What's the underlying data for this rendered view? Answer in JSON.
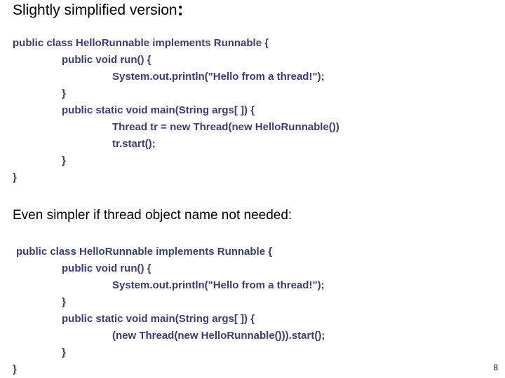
{
  "slide": {
    "title_text": "Slightly simplified version",
    "title_colon": ":",
    "page_number": "8",
    "colors": {
      "background": "#ffffff",
      "title_text": "#000000",
      "body_text": "#000000",
      "code_text": "#3b3b7a"
    }
  },
  "section_note": {
    "text": "Even simpler if thread object name not needed:"
  },
  "code_block_1": {
    "lines": [
      {
        "text": "public class HelloRunnable implements Runnable {",
        "indent": 0
      },
      {
        "text": "public void run() {",
        "indent": 1
      },
      {
        "text": "System.out.println(\"Hello from a thread!\");",
        "indent": 2
      },
      {
        "text": "}",
        "indent": 1
      },
      {
        "text": "public static void main(String args[ ]) {",
        "indent": 1
      },
      {
        "text": "Thread tr = new Thread(new HelloRunnable())",
        "indent": 2
      },
      {
        "text": "tr.start();",
        "indent": 2
      },
      {
        "text": "}",
        "indent": 1
      },
      {
        "text": "}",
        "indent": 0
      }
    ]
  },
  "code_block_2": {
    "lines": [
      {
        "text": "public class HelloRunnable implements Runnable {",
        "indent": 0
      },
      {
        "text": "public void run() {",
        "indent": 1
      },
      {
        "text": "System.out.println(\"Hello from a thread!\");",
        "indent": 2
      },
      {
        "text": "}",
        "indent": 1
      },
      {
        "text": "public static void main(String args[ ]) {",
        "indent": 1
      },
      {
        "text": "(new Thread(new HelloRunnable())).start();",
        "indent": 2
      },
      {
        "text": "}",
        "indent": 1
      },
      {
        "text": "}",
        "indent": 0
      }
    ]
  }
}
